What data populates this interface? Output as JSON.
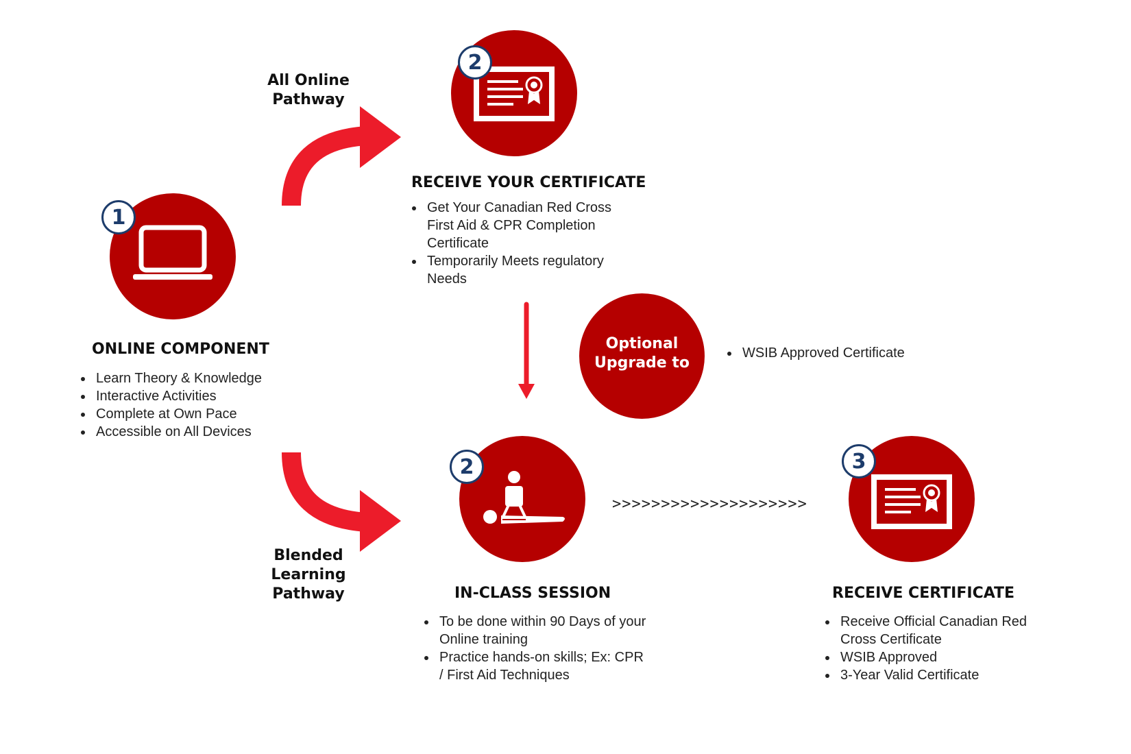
{
  "steps": {
    "online": {
      "badge": "1",
      "title": "ONLINE COMPONENT",
      "bullets": [
        "Learn Theory & Knowledge",
        "Interactive Activities",
        "Complete at Own Pace",
        "Accessible on All Devices"
      ],
      "icon": "laptop-icon"
    },
    "certificate_online": {
      "badge": "2",
      "title": "RECEIVE YOUR CERTIFICATE",
      "bullets": [
        "Get Your Canadian Red Cross First Aid & CPR Completion Certificate",
        "Temporarily Meets regulatory Needs"
      ],
      "icon": "certificate-icon"
    },
    "inclass": {
      "badge": "2",
      "title": "IN-CLASS SESSION",
      "bullets": [
        "To be done within 90 Days of your Online training",
        "Practice hands-on skills; Ex: CPR / First Aid Techniques"
      ],
      "icon": "cpr-icon"
    },
    "certificate_final": {
      "badge": "3",
      "title": "RECEIVE CERTIFICATE",
      "bullets": [
        "Receive Official Canadian Red Cross Certificate",
        "WSIB Approved",
        "3-Year Valid Certificate"
      ],
      "icon": "certificate-icon"
    }
  },
  "upgrade": {
    "label": "Optional Upgrade to",
    "bullets": [
      "WSIB Approved Certificate"
    ]
  },
  "pathways": {
    "online": "All Online Pathway",
    "blended": "Blended Learning Pathway"
  },
  "connector": ">>>>>>>>>>>>>>>>>>>>",
  "colors": {
    "circle": "#b50000",
    "arrow": "#ec1c2a",
    "badge_border": "#1d3c6b"
  }
}
